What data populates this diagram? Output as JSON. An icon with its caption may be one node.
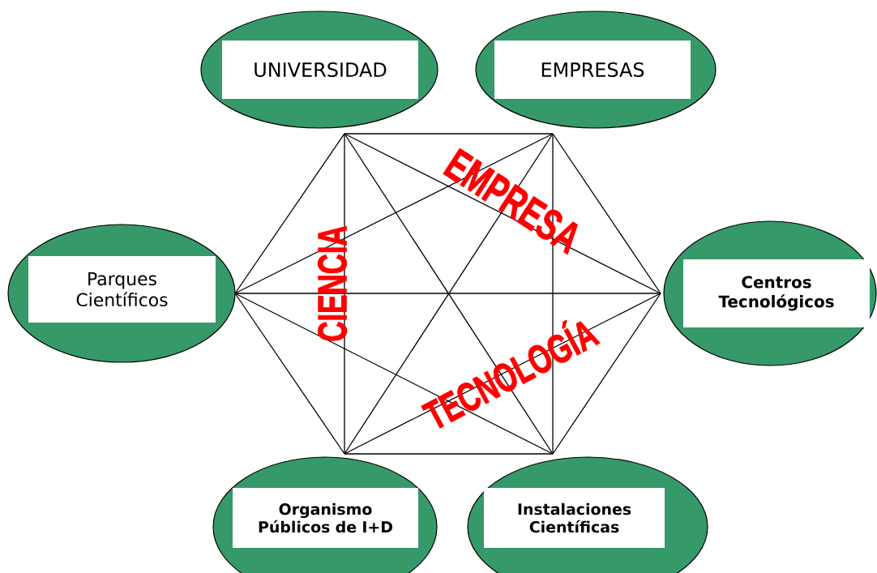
{
  "diagram": {
    "nodes": [
      {
        "text": [
          "UNIVERSIDAD"
        ]
      },
      {
        "text": [
          "EMPRESAS"
        ]
      },
      {
        "text": [
          "Parques Científicos"
        ]
      },
      {
        "text": [
          "Centros Tecnológicos"
        ]
      },
      {
        "text": [
          "Organismo Públicos de I+D"
        ]
      },
      {
        "text": [
          "Instalaciones Científicas"
        ]
      }
    ],
    "edges": [
      {
        "from": 0,
        "to": 1,
        "arrow": "none"
      },
      {
        "from": 0,
        "to": 2,
        "arrow": "none"
      },
      {
        "from": 0,
        "to": 3,
        "arrow": "none"
      },
      {
        "from": 0,
        "to": 4,
        "arrow": "none"
      },
      {
        "from": 0,
        "to": 5,
        "arrow": "none"
      },
      {
        "from": 1,
        "to": 2,
        "arrow": "none"
      },
      {
        "from": 1,
        "to": 3,
        "arrow": "none"
      },
      {
        "from": 1,
        "to": 4,
        "arrow": "none"
      },
      {
        "from": 1,
        "to": 5,
        "arrow": "none"
      },
      {
        "from": 2,
        "to": 3,
        "arrow": "none"
      },
      {
        "from": 2,
        "to": 4,
        "arrow": "none"
      },
      {
        "from": 2,
        "to": 5,
        "arrow": "none"
      },
      {
        "from": 3,
        "to": 4,
        "arrow": "none"
      },
      {
        "from": 3,
        "to": 5,
        "arrow": "none"
      },
      {
        "from": 4,
        "to": 5,
        "arrow": "none"
      }
    ],
    "labels": [
      "EMPRESA",
      "CIENCIA",
      "TECNOLOGÍA"
    ]
  }
}
